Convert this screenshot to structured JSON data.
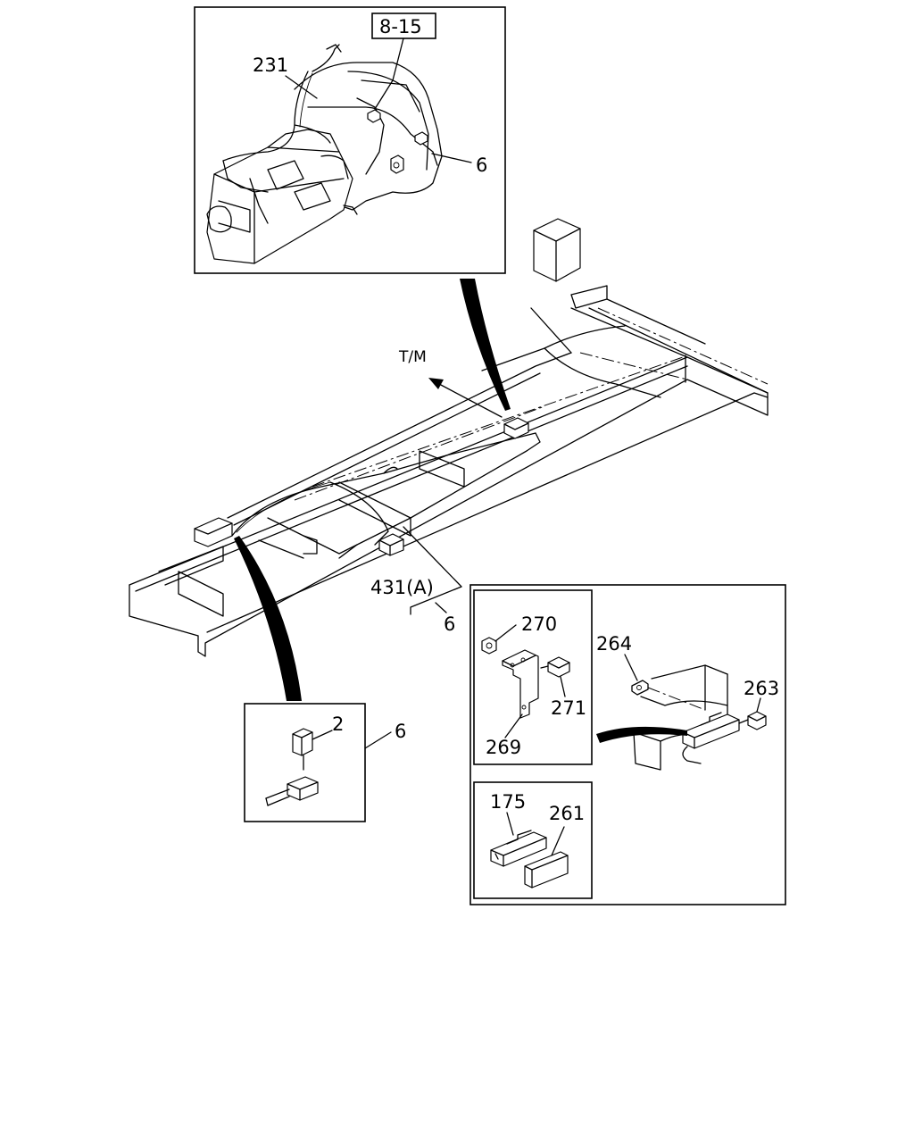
{
  "callouts": {
    "ref_8_15": "8-15",
    "p231": "231",
    "p6_top": "6",
    "tm": "T/M",
    "p431a": "431(A)",
    "p6_mid": "6",
    "p2": "2",
    "p6_left": "6",
    "p270": "270",
    "p271": "271",
    "p269": "269",
    "p264": "264",
    "p263": "263",
    "p175": "175",
    "p261": "261"
  }
}
